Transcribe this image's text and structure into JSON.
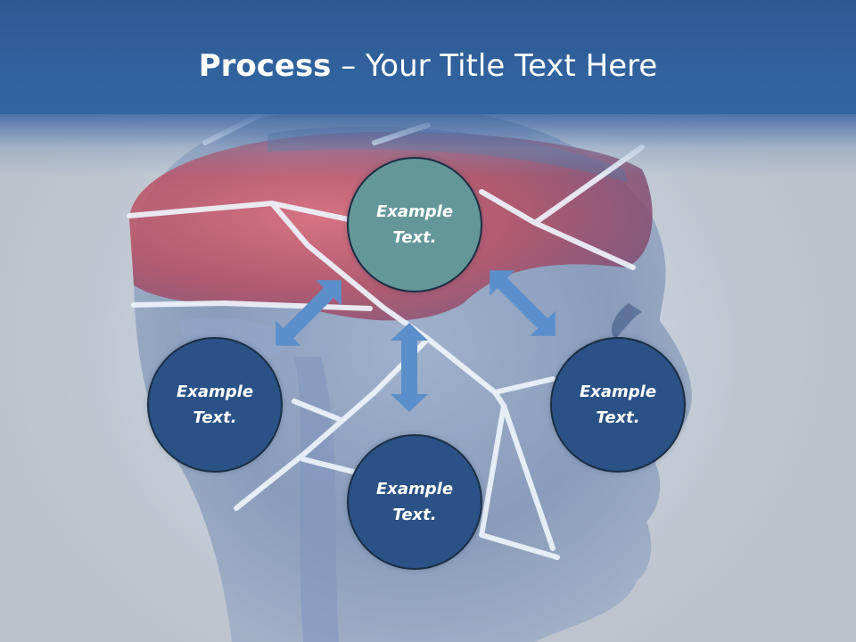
{
  "slide": {
    "title_strong": "Process",
    "title_rest": " – Your Title Text Here"
  },
  "nodes": {
    "top": "Example Text.",
    "left": "Example Text.",
    "right": "Example Text.",
    "bottom": "Example Text."
  },
  "colors": {
    "header": "#3266a2",
    "node_top": "#64979a",
    "node_other": "#2b5286",
    "arrow": "#5b8fcb"
  },
  "background": {
    "description_icon": "head-silhouette-brain-image"
  }
}
